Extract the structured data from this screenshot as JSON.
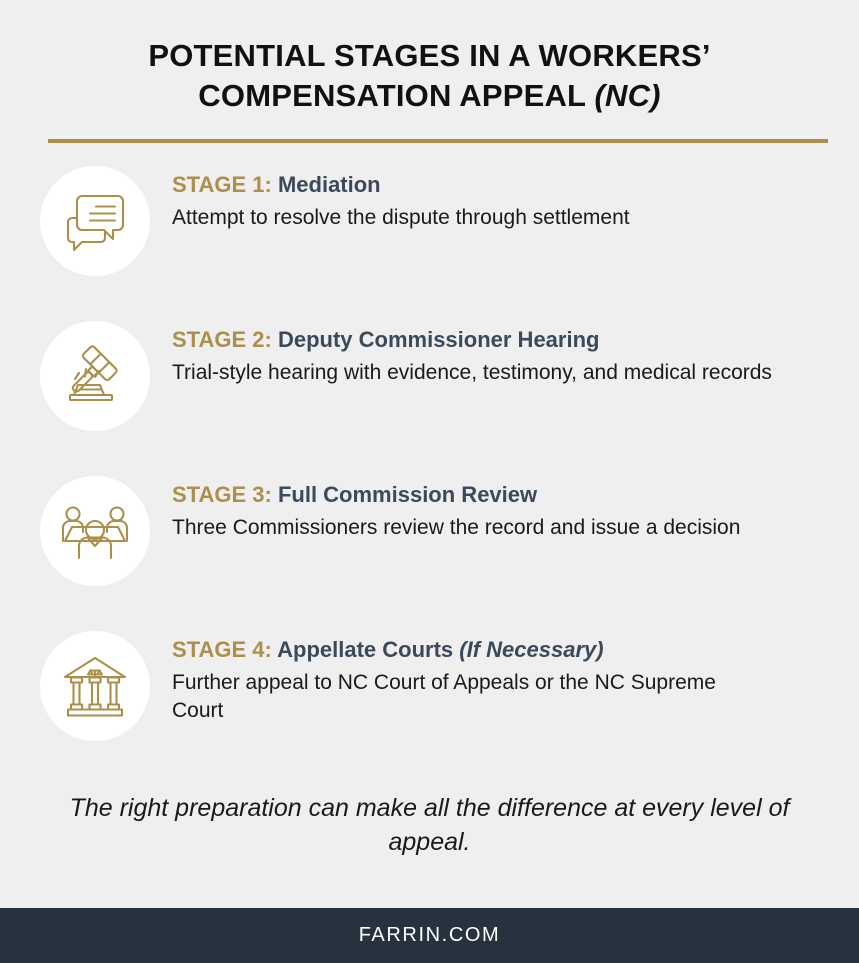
{
  "header": {
    "title_line1": "POTENTIAL STAGES IN A WORKERS’",
    "title_line2": "COMPENSATION APPEAL",
    "title_suffix": "(NC)"
  },
  "colors": {
    "background": "#efefef",
    "gold": "#ac8f4b",
    "navy": "#3a4a5c",
    "footer_bar": "#27323f",
    "body_text": "#1a1a1a",
    "icon_circle": "#ffffff"
  },
  "stages": [
    {
      "label": "STAGE 1:",
      "name": "Mediation",
      "note": "",
      "description": "Attempt to resolve the dispute through settlement",
      "icon": "speech-bubbles-icon"
    },
    {
      "label": "STAGE 2:",
      "name": "Deputy Commissioner Hearing",
      "note": "",
      "description": "Trial-style hearing with evidence, testimony, and medical records",
      "icon": "gavel-icon"
    },
    {
      "label": "STAGE 3:",
      "name": "Full Commission Review",
      "note": "",
      "description": "Three Commissioners review the record and issue a decision",
      "icon": "commissioners-panel-icon"
    },
    {
      "label": "STAGE 4:",
      "name": "Appellate Courts",
      "note": "(If Necessary)",
      "description": "Further appeal to NC Court of Appeals or the NC Supreme Court",
      "icon": "courthouse-icon"
    }
  ],
  "tagline": "The right preparation can make all the difference at every level of appeal.",
  "footer": {
    "brand": "FARRIN.COM"
  }
}
